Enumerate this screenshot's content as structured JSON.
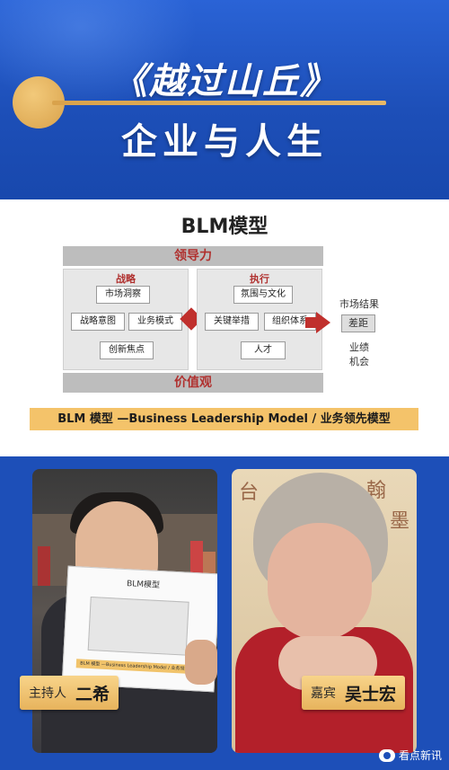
{
  "header": {
    "title_line1": "《越过山丘》",
    "title_line2": "企业与人生"
  },
  "slide": {
    "title": "BLM模型",
    "top_bar": "领导力",
    "bottom_bar": "价值观",
    "left_panel": {
      "label": "战略",
      "boxes": [
        "市场洞察",
        "战略意图",
        "业务模式",
        "创新焦点"
      ]
    },
    "right_panel": {
      "label": "执行",
      "boxes": [
        "氛围与文化",
        "关键举措",
        "组织体系",
        "人才"
      ]
    },
    "outcome": {
      "market_result": "市场结果",
      "gap": "差距",
      "performance": "业绩",
      "opportunity": "机会"
    },
    "caption": "BLM 模型 —Business Leadership Model / 业务领先模型"
  },
  "host_video": {
    "paper_title": "BLM模型",
    "paper_caption": "BLM 模型 —Business Leadership Model / 业务领先模型",
    "role": "主持人",
    "name": "二希"
  },
  "guest_video": {
    "role": "嘉宾",
    "name": "吴士宏"
  },
  "watermark": {
    "label": "看点新讯",
    "icon": "weibo-icon"
  },
  "colors": {
    "background_blue": "#1d4fb8",
    "gold": "#e7b35c",
    "accent_red": "#c0302d"
  }
}
